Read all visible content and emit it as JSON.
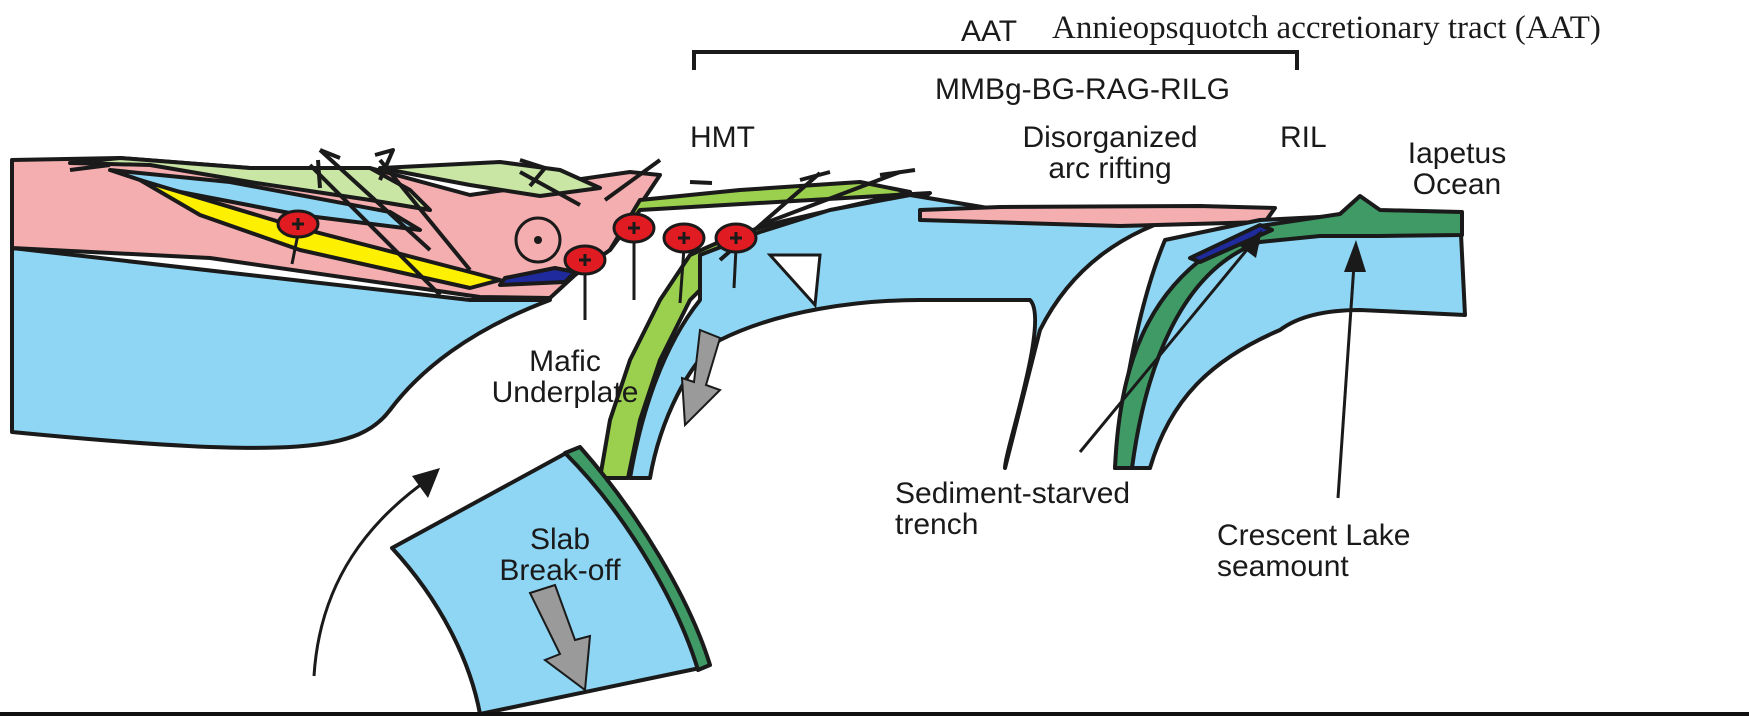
{
  "colors": {
    "mantle_blue": "#8ed6f4",
    "arc_pink": "#f4aeb0",
    "sediment_green": "#9bcf4e",
    "ocean_crust_green": "#3f9a66",
    "pale_green": "#c9e6a5",
    "yellow_unit": "#fdf000",
    "mafic_dark_blue": "#1f2a9c",
    "pluton_red": "#e01b22",
    "arrow_grey": "#9a9a9a",
    "outline": "#1a1a1a"
  },
  "header": {
    "aat_abbrev": "AAT",
    "aat_full": "Annieopsquotch accretionary tract (AAT)",
    "bracket_label": "MMBg-BG-RAG-RILG"
  },
  "labels": {
    "hmt": "HMT",
    "disorganized_1": "Disorganized",
    "disorganized_2": "arc rifting",
    "ril": "RIL",
    "iapetus_1": "Iapetus",
    "iapetus_2": "Ocean",
    "mafic_1": "Mafic",
    "mafic_2": "Underplate",
    "sediment_1": "Sediment-starved",
    "sediment_2": "trench",
    "slab_1": "Slab",
    "slab_2": "Break-off",
    "crescent_1": "Crescent Lake",
    "crescent_2": "seamount"
  },
  "icons": [
    "fault-half-arrow-icon",
    "pluton-icon",
    "out-of-page-motion-icon",
    "motion-arrow-icon",
    "sinking-arrow-icon"
  ]
}
